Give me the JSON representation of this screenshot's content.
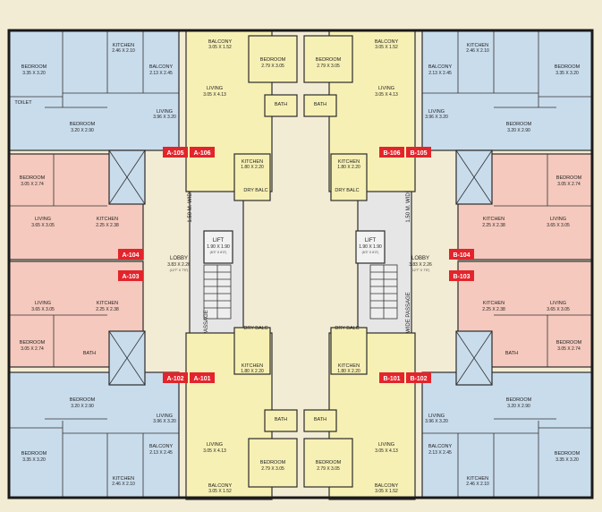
{
  "colors": {
    "background": "#f3ecd4",
    "blue": "#c9dcec",
    "yellow": "#f7f0b4",
    "pink": "#f5c9bd",
    "grey": "#d9d9d9",
    "tag": "#e3242b"
  },
  "units": {
    "A-105": "A-105",
    "A-106": "A-106",
    "B-106": "B-106",
    "B-105": "B-105",
    "A-104": "A-104",
    "A-103": "A-103",
    "B-104": "B-104",
    "B-103": "B-103",
    "A-102": "A-102",
    "A-101": "A-101",
    "B-101": "B-101",
    "B-102": "B-102"
  },
  "labels": {
    "bedroom": "BEDROOM",
    "balcony": "BALCONY",
    "living": "LIVING",
    "kitchen": "KITCHEN",
    "bath": "BATH",
    "toilet": "TOILET",
    "dry_balc": "DRY BALC",
    "lobby": "LOBBY",
    "lift": "LIFT"
  },
  "dims": {
    "bedroom_320x290": "3.20 X 2.90",
    "bedroom_305x274": "3.05 X 2.74",
    "bedroom_279x305": "2.79 X 3.05",
    "bedroom_335x320": "3.35 X 3.20",
    "living_396x320": "3.96 X 3.20",
    "living_305x413": "3.05 X 4.13",
    "living_365x305": "3.65 X 3.05",
    "balcony_213x245": "2.13 X 2.45",
    "balcony_305x152": "3.05 X 1.52",
    "kitchen_225x238": "2.25 X 2.38",
    "kitchen_246x210": "2.46 X 2.10",
    "kitchen_180x220": "1.80 X 2.20",
    "lift_dim": "1.90 X 1.90",
    "lift_ft": "(6'3\" X 6'3\")",
    "lobby_dim": "3.83 X 2.26",
    "lobby_ft": "(12'7\" X 7'5\")",
    "passage": "1.50 M. WIDE PASSAGE"
  }
}
